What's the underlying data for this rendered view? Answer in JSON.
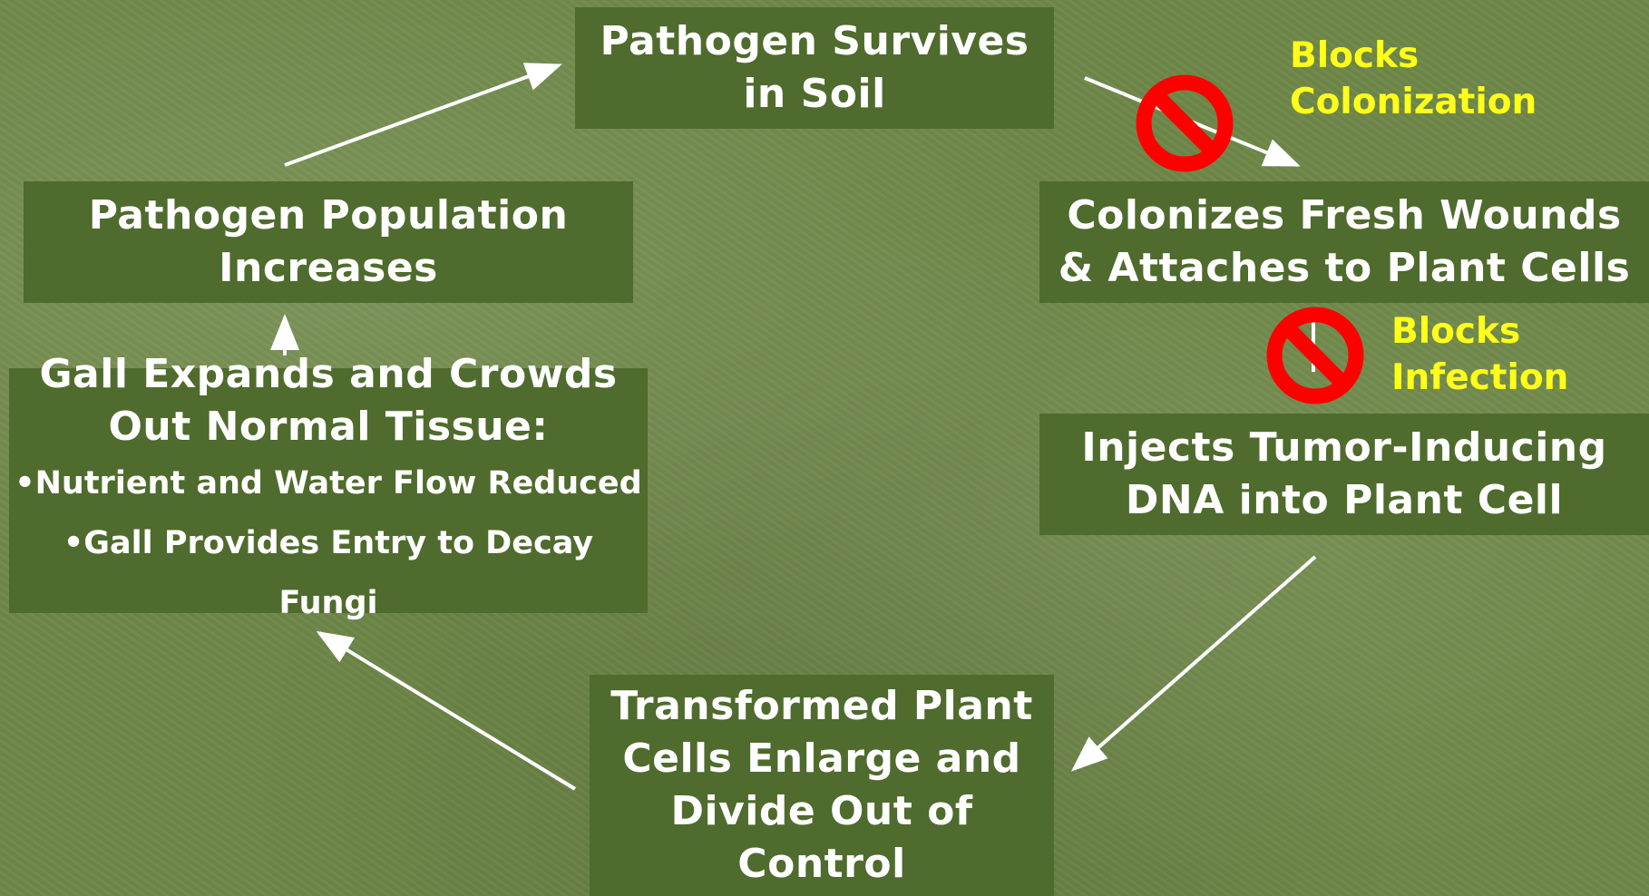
{
  "boxes": {
    "survives": {
      "line1": "Pathogen Survives",
      "line2": "in Soil"
    },
    "colonizes": {
      "line1": "Colonizes Fresh Wounds",
      "line2": "& Attaches to Plant Cells"
    },
    "injects": {
      "line1": "Injects Tumor-Inducing",
      "line2": "DNA into Plant Cell"
    },
    "transformed": {
      "line1": "Transformed Plant",
      "line2": "Cells Enlarge and",
      "line3": "Divide Out of",
      "line4": "Control"
    },
    "gall": {
      "line1": "Gall Expands and Crowds",
      "line2": "Out Normal Tissue:",
      "bullet1": "•Nutrient and Water Flow Reduced",
      "bullet2": "•Gall Provides Entry to Decay Fungi"
    },
    "population": {
      "line1": "Pathogen Population",
      "line2": "Increases"
    }
  },
  "blocks": {
    "colonization": {
      "line1": "Blocks",
      "line2": "Colonization"
    },
    "infection": {
      "line1": "Blocks",
      "line2": "Infection"
    }
  },
  "colors": {
    "background": "#6e8748",
    "box_fill": "#4f6b2d",
    "box_text": "#ffffff",
    "block_label": "#ffff1a",
    "block_sign": "#ff0000",
    "arrow": "#ffffff"
  },
  "icons": [
    "no-entry-icon",
    "arrow-icon"
  ]
}
